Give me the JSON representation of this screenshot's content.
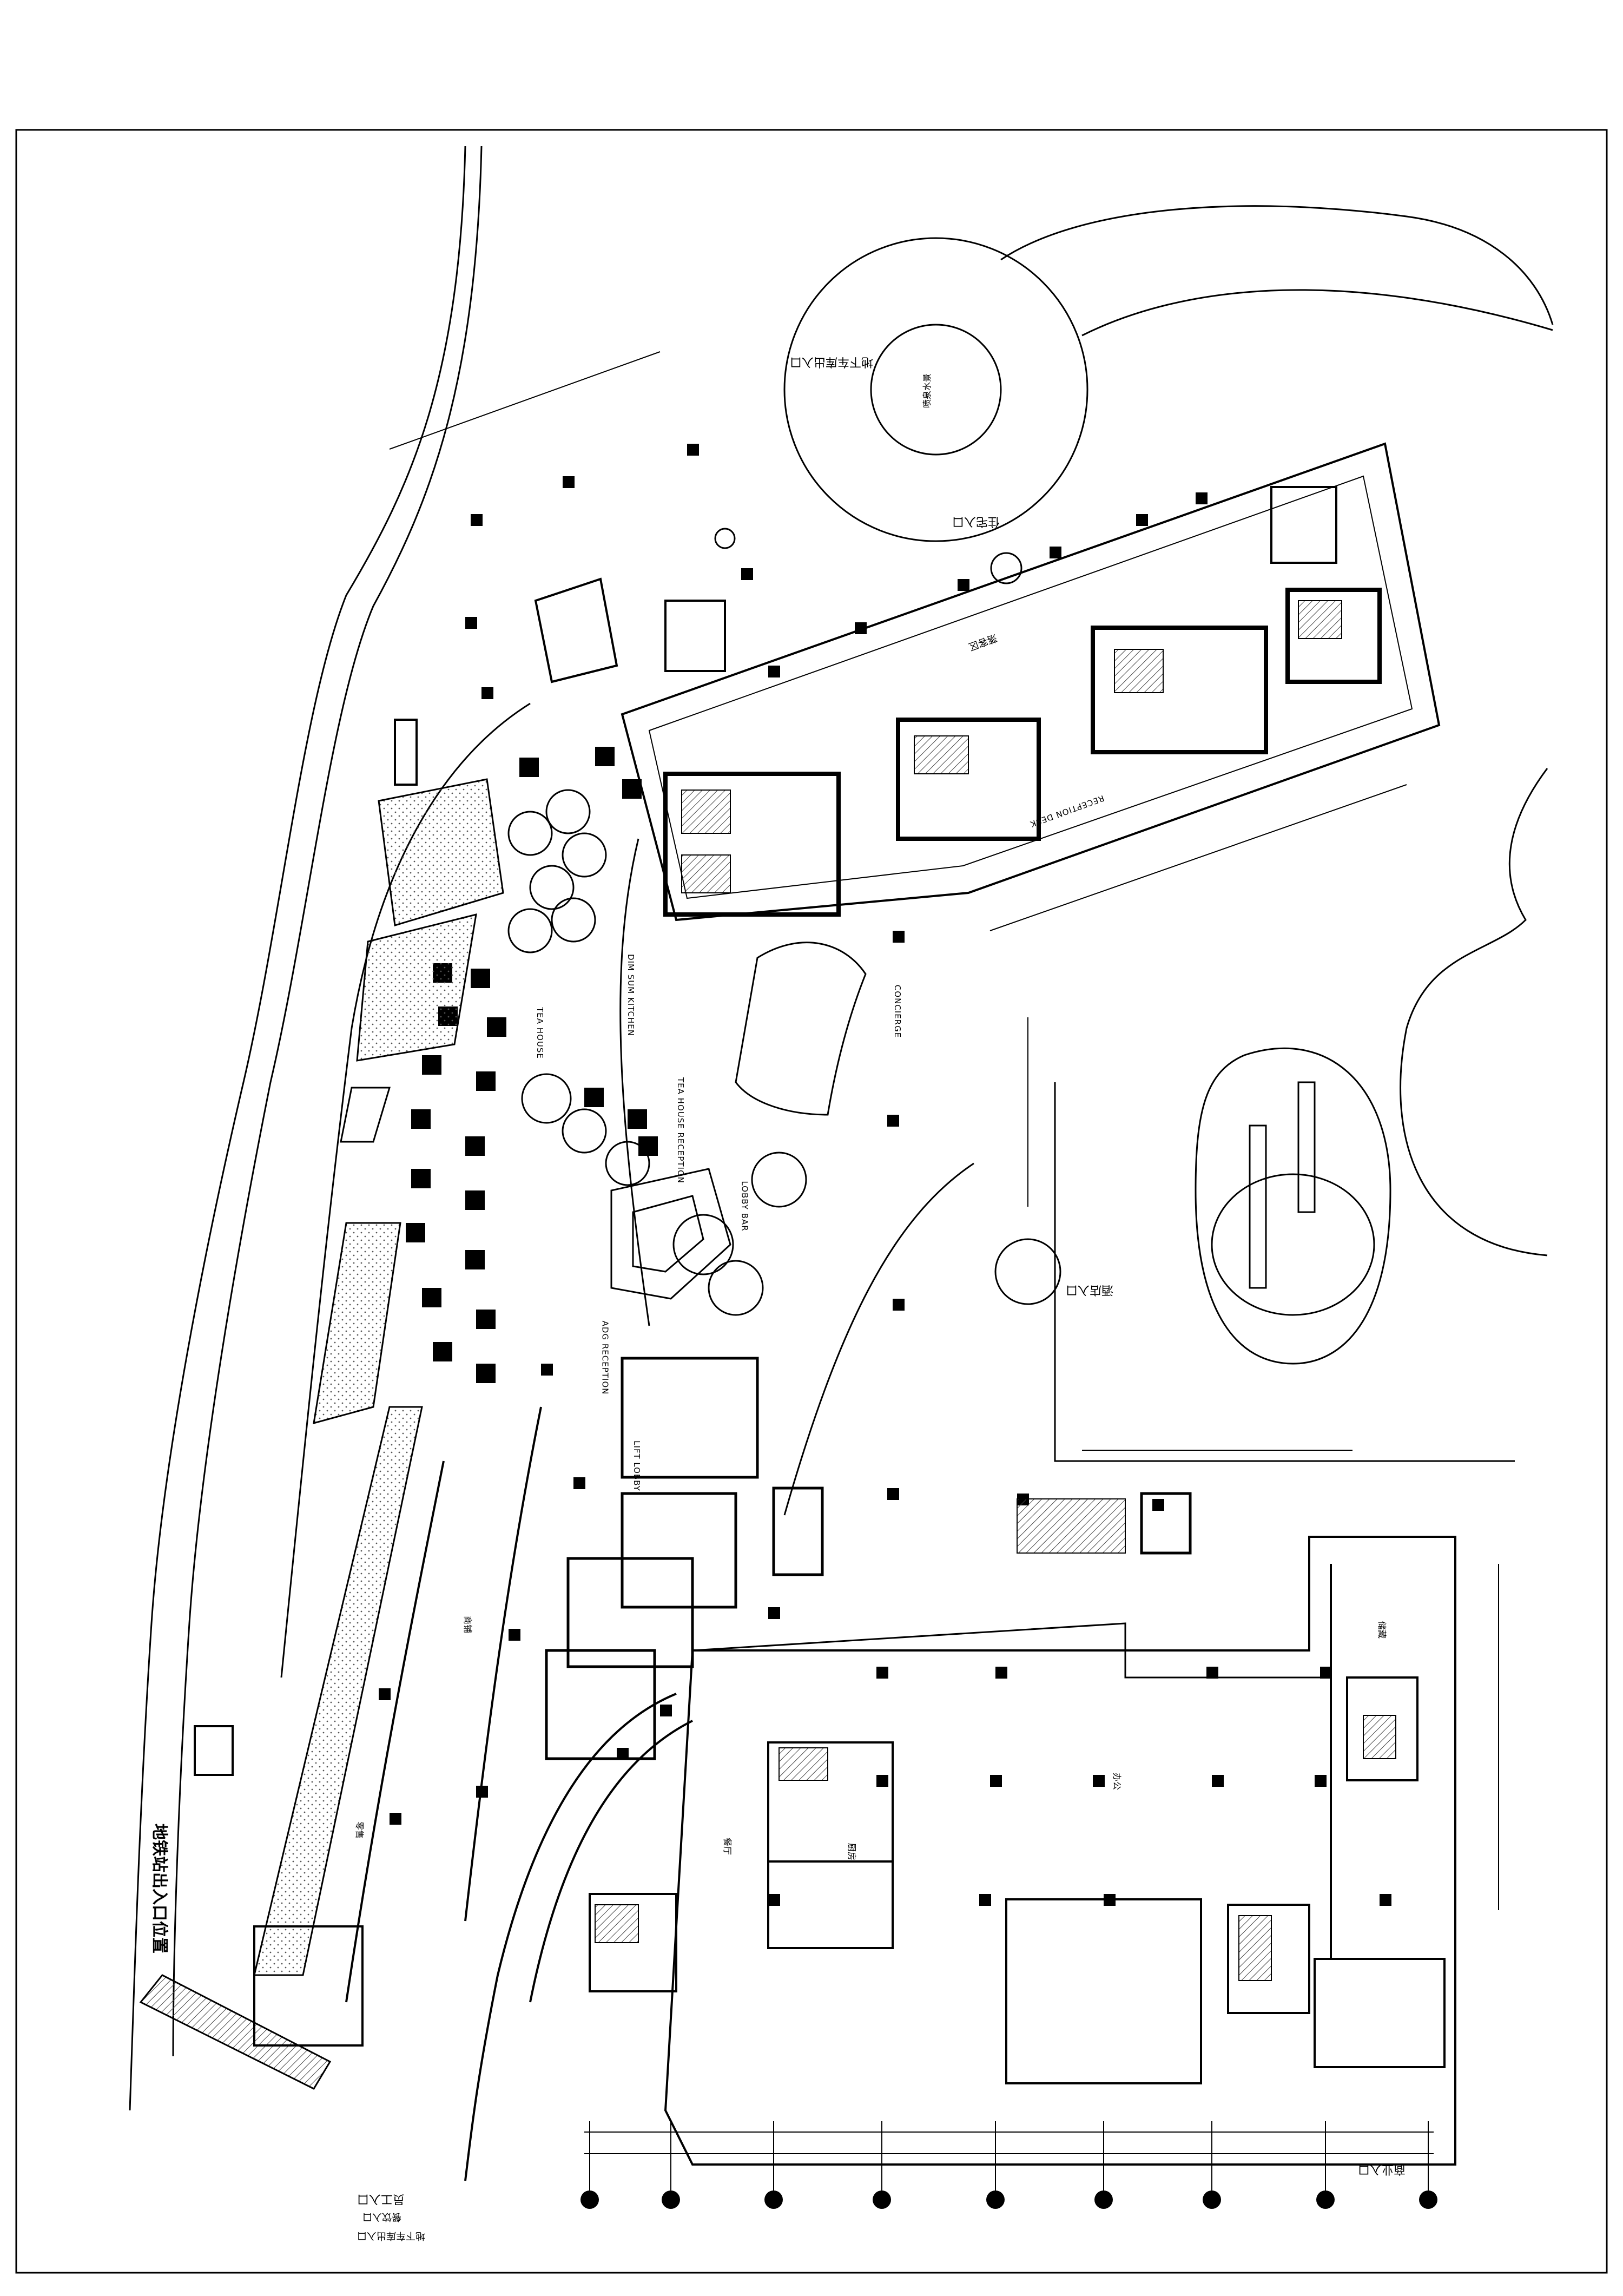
{
  "labels": {
    "main_entrance": "住宅入口",
    "hotel_entrance": "酒店入口",
    "restaurant_entrance": "餐饮入口",
    "employee_entrance": "员工入口",
    "basement_entrance_top": "地下车库出入口",
    "basement_entrance_bottom": "地下车库出入口",
    "mall_entrance": "商业入口",
    "vertical_note": "地铁站出入口位置",
    "reception_desk": "RECEPTION DESK",
    "lobby_bar": "LOBBY BAR",
    "tea_house": "TEA HOUSE",
    "tea_house_reception": "TEA HOUSE RECEPTION",
    "dim_sum_kitchen": "DIM SUM KITCHEN",
    "adg_reception": "ADG RECEPTION",
    "lift_lobby": "LIFT LOBBY",
    "concierge": "CONCIERGE",
    "fountain": "喷泉水景",
    "drop_off": "落客区",
    "shop": "商铺",
    "retail": "零售",
    "office": "办公",
    "kitchen": "厨房",
    "store": "储藏",
    "dining": "餐厅"
  },
  "colors": {
    "line": "#000000",
    "background": "#ffffff",
    "hatch": "#555555"
  }
}
